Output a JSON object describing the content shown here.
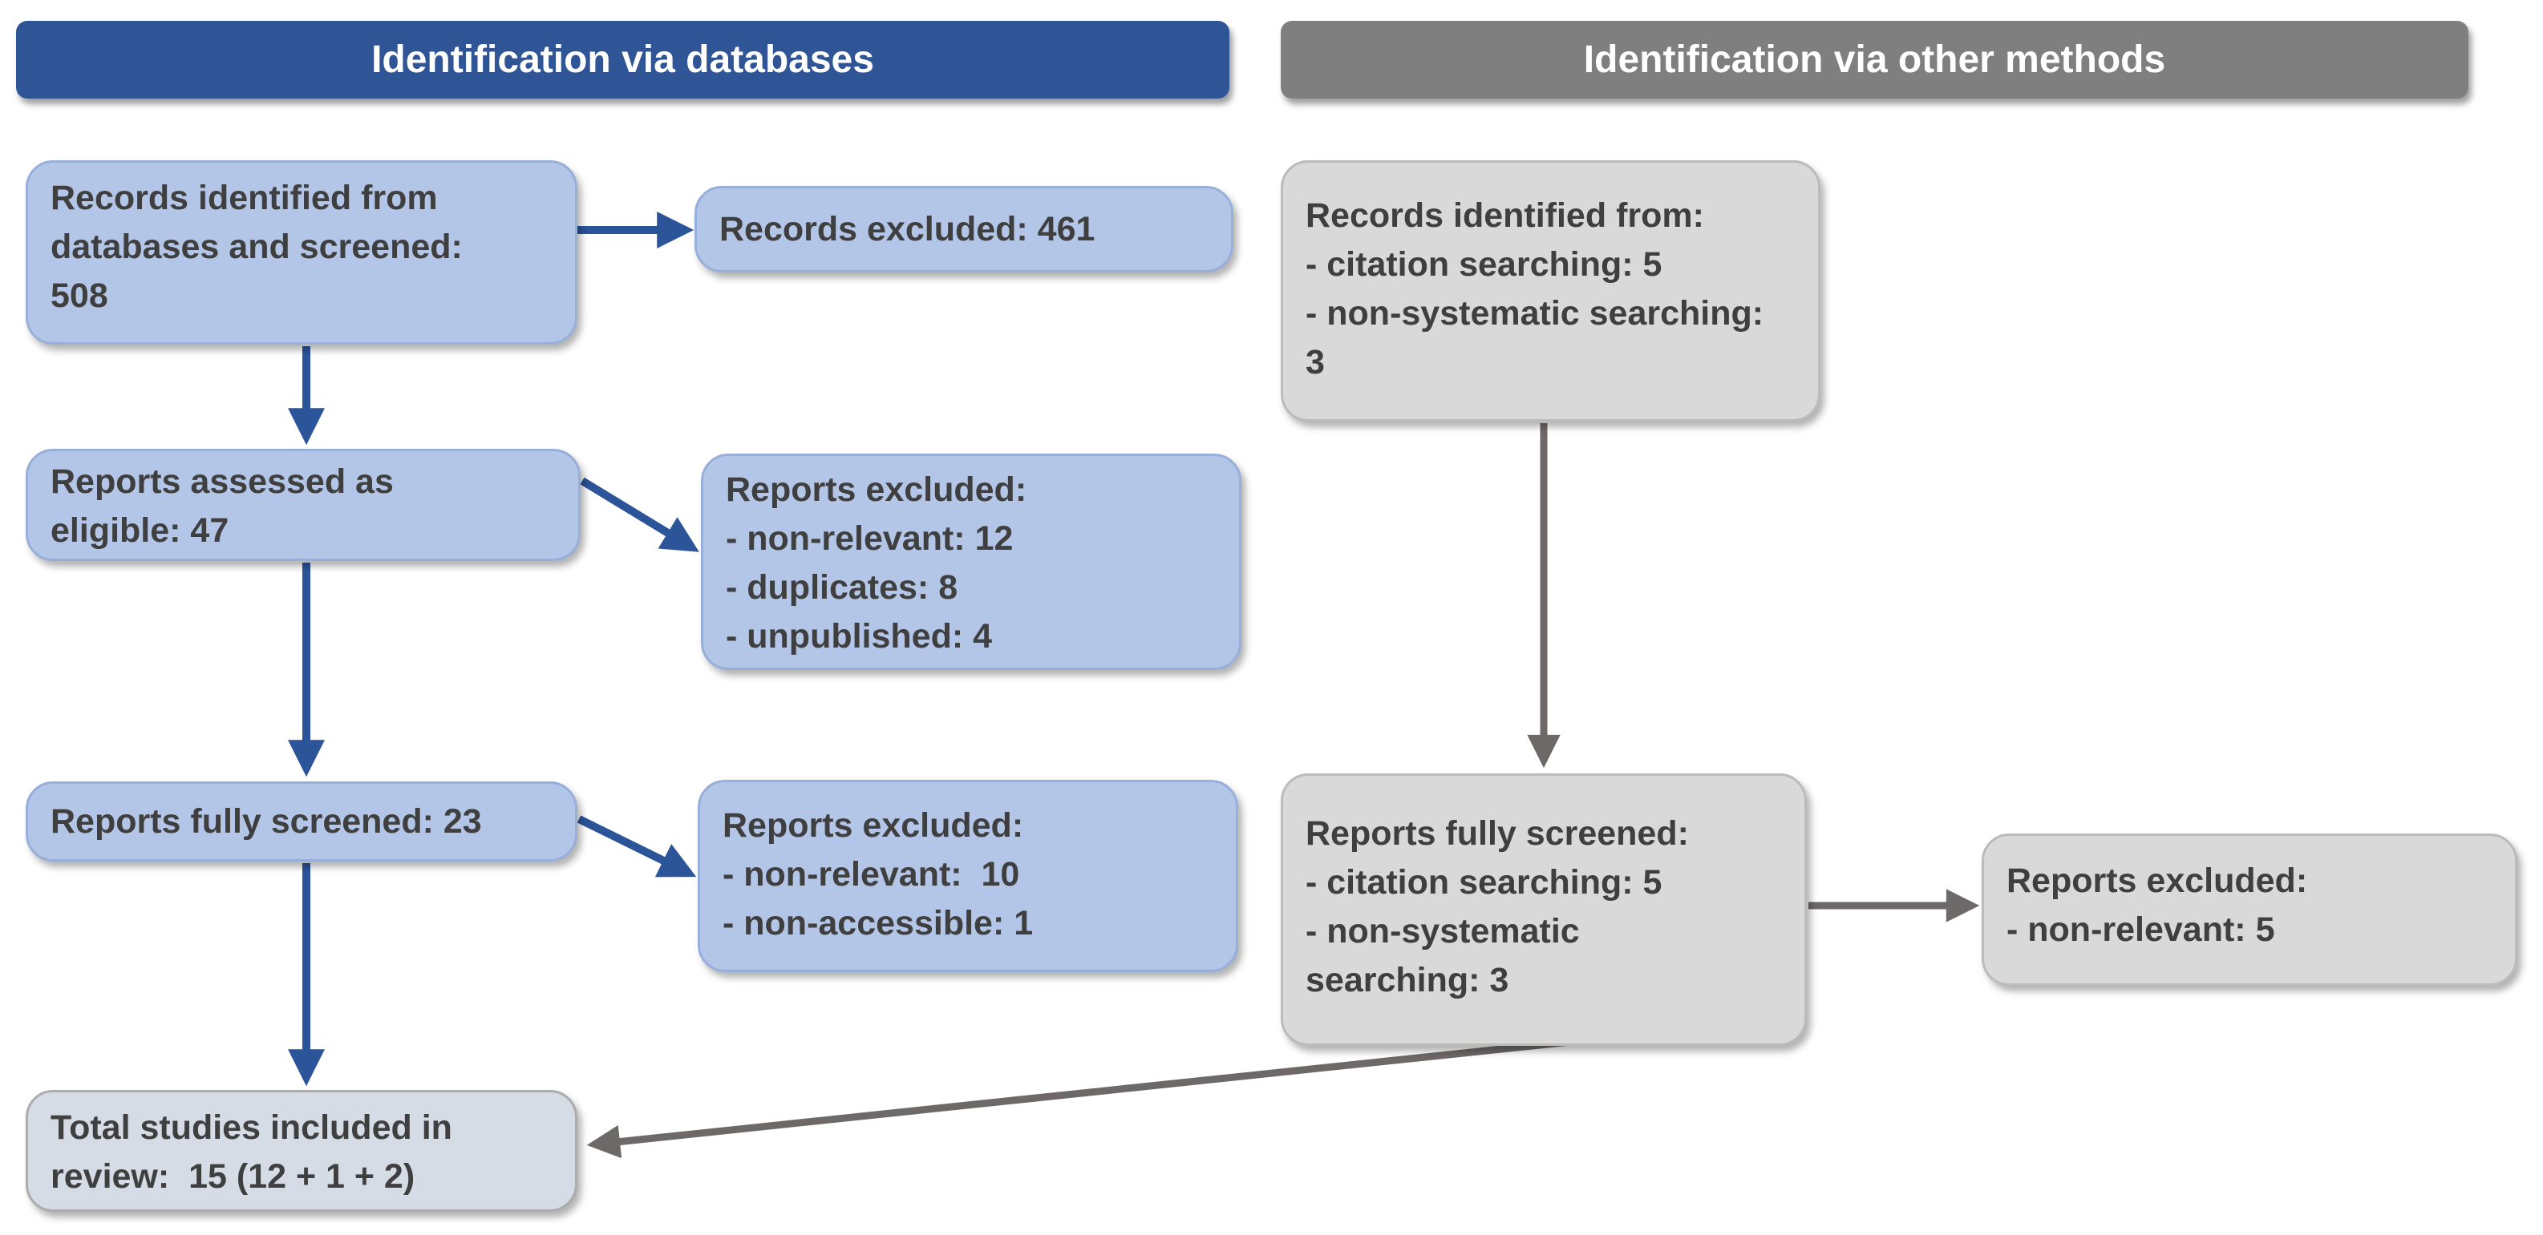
{
  "colors": {
    "header_blue": "#2F5597",
    "header_gray": "#7F7F7F",
    "header_text": "#FFFFFF",
    "box_blue_fill": "#B4C6E7",
    "box_blue_border": "#97AFDB",
    "box_gray_fill": "#D9D9D9",
    "box_gray_border": "#BDBABA",
    "box_total_fill": "#D6DCE5",
    "box_total_border": "#ACACAC",
    "arrow_blue": "#2B5499",
    "arrow_gray": "#6E6969",
    "box_text": "#3F3F3F"
  },
  "headers": {
    "databases": "Identification via databases",
    "other": "Identification via other methods"
  },
  "boxes": {
    "records_identified_db": {
      "lines": [
        "Records identified from",
        "databases and screened:",
        "508"
      ]
    },
    "records_excluded_db": {
      "lines": [
        "Records excluded: 461"
      ]
    },
    "reports_assessed": {
      "lines": [
        "Reports assessed as",
        "eligible: 47"
      ]
    },
    "reports_excluded_eligibility": {
      "lines": [
        "Reports excluded:",
        "- non-relevant: 12",
        "- duplicates: 8",
        "- unpublished: 4"
      ]
    },
    "reports_fully_screened_db": {
      "lines": [
        "Reports fully screened: 23"
      ]
    },
    "reports_excluded_screening": {
      "lines": [
        "Reports excluded:",
        "- non-relevant:  10",
        "- non-accessible: 1"
      ]
    },
    "total_included": {
      "lines": [
        "Total studies included in",
        "review:  15 (12 + 1 + 2)"
      ]
    },
    "records_identified_other": {
      "lines": [
        "Records identified from:",
        "- citation searching: 5",
        "- non-systematic searching:",
        "3"
      ]
    },
    "reports_fully_screened_other": {
      "lines": [
        "Reports fully screened:",
        "- citation searching: 5",
        "- non-systematic",
        "searching: 3"
      ]
    },
    "reports_excluded_other": {
      "lines": [
        "Reports excluded:",
        "- non-relevant: 5"
      ]
    }
  },
  "connections": [
    {
      "from": "records_identified_db",
      "to": "records_excluded_db",
      "stream": "databases"
    },
    {
      "from": "records_identified_db",
      "to": "reports_assessed",
      "stream": "databases"
    },
    {
      "from": "reports_assessed",
      "to": "reports_excluded_eligibility",
      "stream": "databases"
    },
    {
      "from": "reports_assessed",
      "to": "reports_fully_screened_db",
      "stream": "databases"
    },
    {
      "from": "reports_fully_screened_db",
      "to": "reports_excluded_screening",
      "stream": "databases"
    },
    {
      "from": "reports_fully_screened_db",
      "to": "total_included",
      "stream": "databases"
    },
    {
      "from": "records_identified_other",
      "to": "reports_fully_screened_other",
      "stream": "other"
    },
    {
      "from": "reports_fully_screened_other",
      "to": "reports_excluded_other",
      "stream": "other"
    },
    {
      "from": "reports_fully_screened_other",
      "to": "total_included",
      "stream": "other"
    }
  ]
}
